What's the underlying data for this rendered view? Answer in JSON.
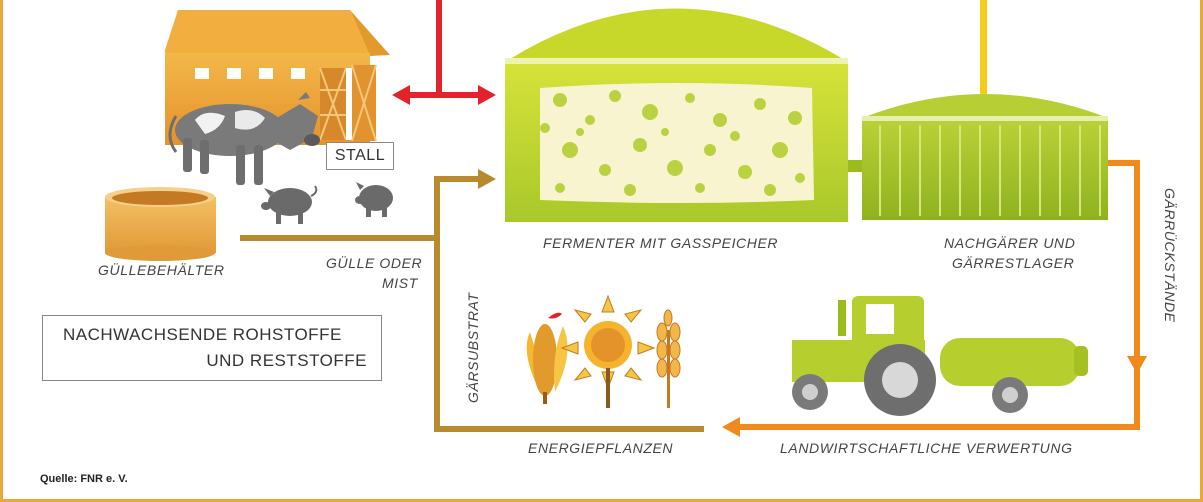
{
  "labels": {
    "stall": "STALL",
    "guellebehaelter": "GÜLLEBEHÄLTER",
    "guelle_oder_mist_line1": "GÜLLE ODER",
    "guelle_oder_mist_line2": "MIST",
    "fermenter": "FERMENTER MIT GASSPEICHER",
    "nachgaerer_line1": "NACHGÄRER UND",
    "nachgaerer_line2": "GÄRRESTLAGER",
    "gaerrueckstaende": "GÄRRÜCKSTÄNDE",
    "gaersubstrat": "GÄRSUBSTRAT",
    "energiepflanzen": "ENERGIEPFLANZEN",
    "landwirtschaftliche_verwertung": "LANDWIRTSCHAFTLICHE VERWERTUNG",
    "nachwachsende_line1": "NACHWACHSENDE ROHSTOFFE",
    "nachwachsende_line2": "UND RESTSTOFFE",
    "source": "Quelle: FNR e. V."
  },
  "colors": {
    "frame": "#e8a93a",
    "red_arrow": "#e3232b",
    "yellow_line": "#f4cc1a",
    "brown_arrow": "#b88a2e",
    "orange_arrow": "#f08a1c",
    "green_light": "#c5d62a",
    "green_mid": "#9cbc1d",
    "barn_orange": "#e8a035",
    "animal_grey": "#6e6e6e"
  },
  "icons": [
    "barn-icon",
    "cow-icon",
    "pig-icon",
    "tank-icon",
    "fermenter-icon",
    "storage-icon",
    "tractor-icon",
    "corn-icon",
    "sunflower-icon",
    "wheat-icon"
  ]
}
